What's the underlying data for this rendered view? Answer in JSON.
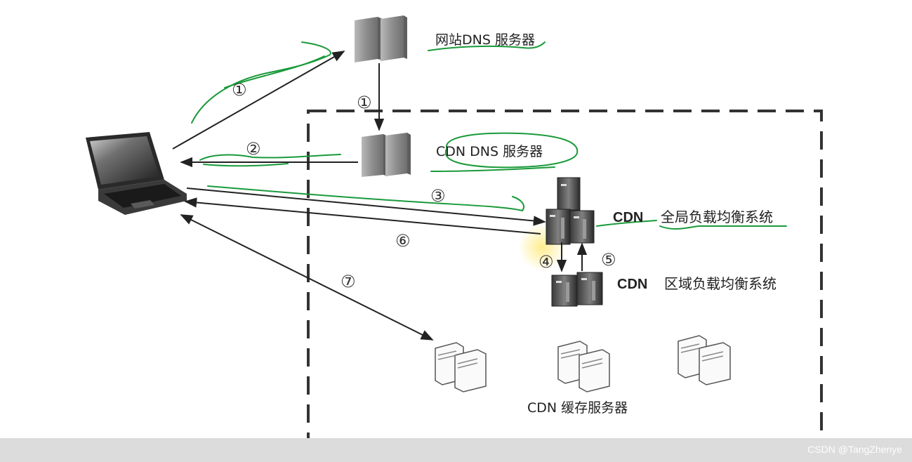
{
  "labels": {
    "website_dns": "网站DNS 服务器",
    "cdn_dns": "CDN DNS 服务器",
    "global_lb_prefix": "CDN",
    "global_lb": "全局负载均衡系统",
    "regional_lb_prefix": "CDN",
    "regional_lb": "区域负载均衡系统",
    "cache_servers": "CDN 缓存服务器"
  },
  "steps": {
    "s1a": "①",
    "s1b": "①",
    "s2": "②",
    "s3": "③",
    "s4": "④",
    "s5": "⑤",
    "s6": "⑥",
    "s7": "⑦"
  },
  "watermark": "CSDN @TangZhenye",
  "colors": {
    "annotation": "#1a9a3a",
    "arrow": "#222222",
    "box": "#333333",
    "bottom_bar": "#dcdcdc"
  },
  "icons": {
    "client": "laptop-icon",
    "dns": "server-rack-icon",
    "cache": "server-icon"
  }
}
